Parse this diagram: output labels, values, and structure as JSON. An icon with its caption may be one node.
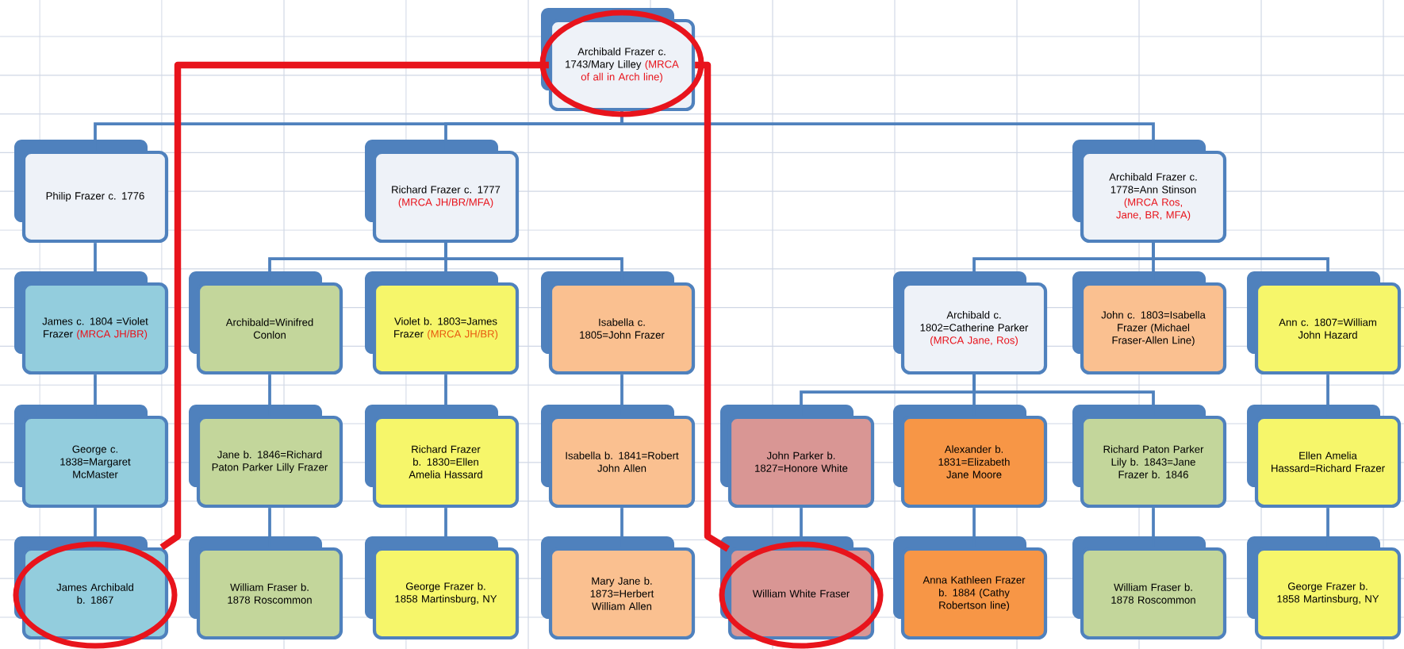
{
  "diagram": {
    "nodes": [
      {
        "text": [
          "Archibald Frazer c. 1743/Mary Lilley",
          "(MRCA of all in Arch line)"
        ]
      },
      {
        "text": [
          "Philip Frazer c. 1776"
        ]
      },
      {
        "text": [
          "Richard Frazer c. 1777",
          "(MRCA JH/BR/MFA)"
        ]
      },
      {
        "text": [
          "Archibald Frazer c. 1778=Ann Stinson",
          "(MRCA Ros, Jane, BR, MFA)"
        ]
      },
      {
        "text": [
          "James c. 1804 =Violet Frazer",
          "(MRCA JH/BR)"
        ]
      },
      {
        "text": [
          "Archibald=Winifred Conlon"
        ]
      },
      {
        "text": [
          "Violet b. 1803=James Frazer",
          "(MRCA JH/BR)"
        ]
      },
      {
        "text": [
          "Isabella c. 1805=John Frazer"
        ]
      },
      {
        "text": [
          "Archibald c. 1802=Catherine Parker",
          "(MRCA Jane, Ros)"
        ]
      },
      {
        "text": [
          "John c. 1803=Isabella Frazer (Michael Fraser-Allen Line)"
        ]
      },
      {
        "text": [
          "Ann c. 1807=William John Hazard"
        ]
      },
      {
        "text": [
          "George c. 1838=Margaret McMaster"
        ]
      },
      {
        "text": [
          "Jane b. 1846=Richard Paton Parker Lilly Frazer"
        ]
      },
      {
        "text": [
          "Richard Frazer b. 1830=Ellen Amelia Hassard"
        ]
      },
      {
        "text": [
          "Isabella b. 1841=Robert John Allen"
        ]
      },
      {
        "text": [
          "John Parker b. 1827=Honore White"
        ]
      },
      {
        "text": [
          "Alexander b. 1831=Elizabeth Jane Moore"
        ]
      },
      {
        "text": [
          "Richard Paton Parker Lily b. 1843=Jane Frazer b. 1846"
        ]
      },
      {
        "text": [
          "Ellen Amelia Hassard=Richard Frazer"
        ]
      },
      {
        "text": [
          "James Archibald b. 1867"
        ]
      },
      {
        "text": [
          "William Fraser b. 1878 Roscommon"
        ]
      },
      {
        "text": [
          "George Frazer b. 1858 Martinsburg, NY"
        ]
      },
      {
        "text": [
          "Mary Jane b. 1873=Herbert William Allen"
        ]
      },
      {
        "text": [
          "William White Fraser"
        ]
      },
      {
        "text": [
          "Anna Kathleen Frazer b. 1884 (Cathy Robertson line)"
        ]
      },
      {
        "text": [
          "William Fraser b. 1878 Roscommon"
        ]
      },
      {
        "text": [
          "George Frazer b. 1858 Martinsburg, NY"
        ]
      }
    ],
    "edges": [
      {
        "from": 0,
        "to": 1,
        "arrow": "none"
      },
      {
        "from": 0,
        "to": 2,
        "arrow": "none"
      },
      {
        "from": 0,
        "to": 3,
        "arrow": "none"
      },
      {
        "from": 1,
        "to": 4,
        "arrow": "none"
      },
      {
        "from": 2,
        "to": 5,
        "arrow": "none"
      },
      {
        "from": 2,
        "to": 6,
        "arrow": "none"
      },
      {
        "from": 2,
        "to": 7,
        "arrow": "none"
      },
      {
        "from": 3,
        "to": 8,
        "arrow": "none"
      },
      {
        "from": 3,
        "to": 9,
        "arrow": "none"
      },
      {
        "from": 3,
        "to": 10,
        "arrow": "none"
      },
      {
        "from": 4,
        "to": 11,
        "arrow": "none"
      },
      {
        "from": 5,
        "to": 12,
        "arrow": "none"
      },
      {
        "from": 6,
        "to": 13,
        "arrow": "none"
      },
      {
        "from": 7,
        "to": 14,
        "arrow": "none"
      },
      {
        "from": 8,
        "to": 15,
        "arrow": "none"
      },
      {
        "from": 8,
        "to": 16,
        "arrow": "none"
      },
      {
        "from": 8,
        "to": 17,
        "arrow": "none"
      },
      {
        "from": 10,
        "to": 18,
        "arrow": "none"
      },
      {
        "from": 11,
        "to": 19,
        "arrow": "none"
      },
      {
        "from": 12,
        "to": 20,
        "arrow": "none"
      },
      {
        "from": 13,
        "to": 21,
        "arrow": "none"
      },
      {
        "from": 14,
        "to": 22,
        "arrow": "none"
      },
      {
        "from": 15,
        "to": 23,
        "arrow": "none"
      },
      {
        "from": 16,
        "to": 24,
        "arrow": "none"
      },
      {
        "from": 17,
        "to": 25,
        "arrow": "none"
      },
      {
        "from": 18,
        "to": 26,
        "arrow": "none"
      },
      {
        "from": 0,
        "to": 19,
        "arrow": "none",
        "style": "thick",
        "color": "#e8141c"
      },
      {
        "from": 0,
        "to": 23,
        "arrow": "none",
        "style": "thick",
        "color": "#e8141c"
      }
    ]
  }
}
